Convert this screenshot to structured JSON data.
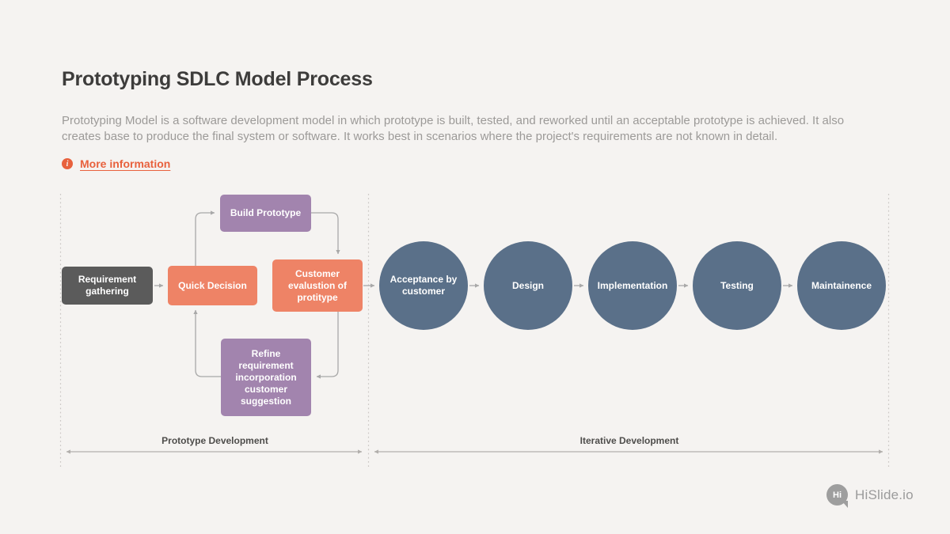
{
  "colors": {
    "background": "#f5f3f1",
    "title_text": "#3d3c3b",
    "body_text": "#9c9a98",
    "link_orange": "#e8613d",
    "box_gray": "#5b5b5b",
    "box_orange": "#ee8366",
    "box_purple": "#a284ae",
    "circle_slate": "#5a7089",
    "connector": "#a8a8a8",
    "phase_text": "#4e4d4b",
    "footer_gray": "#9b9b9b"
  },
  "header": {
    "title": "Prototyping SDLC Model Process",
    "description": "Prototyping Model is a software development model in which prototype is built, tested, and reworked until an acceptable prototype is achieved. It also creates base to produce the final system or software. It works best in scenarios where the project's requirements are not known in detail.",
    "more_info": "More information",
    "info_icon_glyph": "i"
  },
  "diagram": {
    "boxes": [
      {
        "label": "Requirement gathering"
      },
      {
        "label": "Quick Decision"
      },
      {
        "label": "Build Prototype"
      },
      {
        "label": "Customer evalustion of protitype"
      },
      {
        "label": "Refine requirement incorporation customer suggestion"
      }
    ],
    "circles": [
      {
        "label": "Acceptance by customer"
      },
      {
        "label": "Design"
      },
      {
        "label": "Implementation"
      },
      {
        "label": "Testing"
      },
      {
        "label": "Maintainence"
      }
    ],
    "phases": [
      {
        "label": "Prototype Development"
      },
      {
        "label": "Iterative Development"
      }
    ]
  },
  "footer": {
    "logo_monogram": "Hi",
    "brand": "HiSlide.io"
  }
}
